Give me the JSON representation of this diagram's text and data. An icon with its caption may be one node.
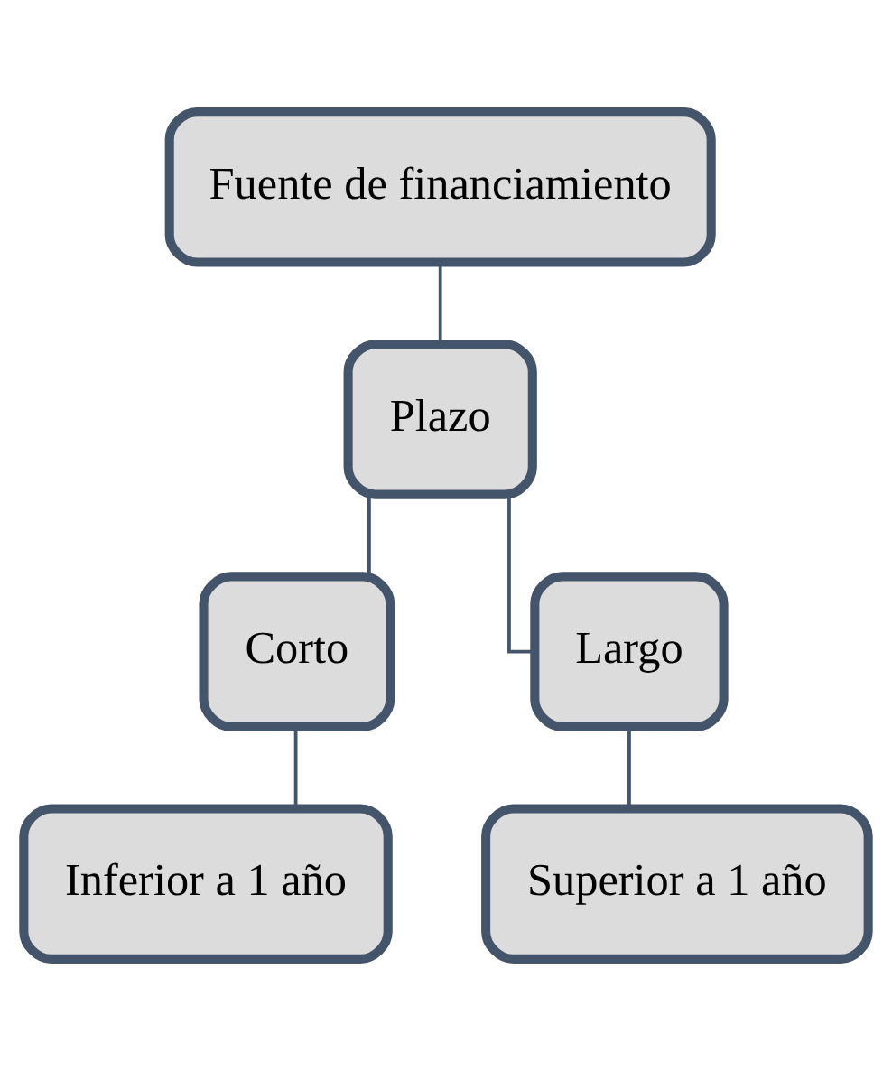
{
  "diagram": {
    "nodes": [
      {
        "text": [
          "Fuente de financiamiento"
        ]
      },
      {
        "text": [
          "Plazo"
        ]
      },
      {
        "text": [
          "Corto"
        ]
      },
      {
        "text": [
          "Largo"
        ]
      },
      {
        "text": [
          "Inferior a 1 año"
        ]
      },
      {
        "text": [
          "Superior a 1 año"
        ]
      }
    ],
    "edges": [
      {
        "from": 0,
        "to": 1,
        "arrow": "none"
      },
      {
        "from": 1,
        "to": 2,
        "arrow": "none"
      },
      {
        "from": 1,
        "to": 3,
        "arrow": "none"
      },
      {
        "from": 2,
        "to": 4,
        "arrow": "none"
      },
      {
        "from": 3,
        "to": 5,
        "arrow": "none"
      }
    ]
  }
}
